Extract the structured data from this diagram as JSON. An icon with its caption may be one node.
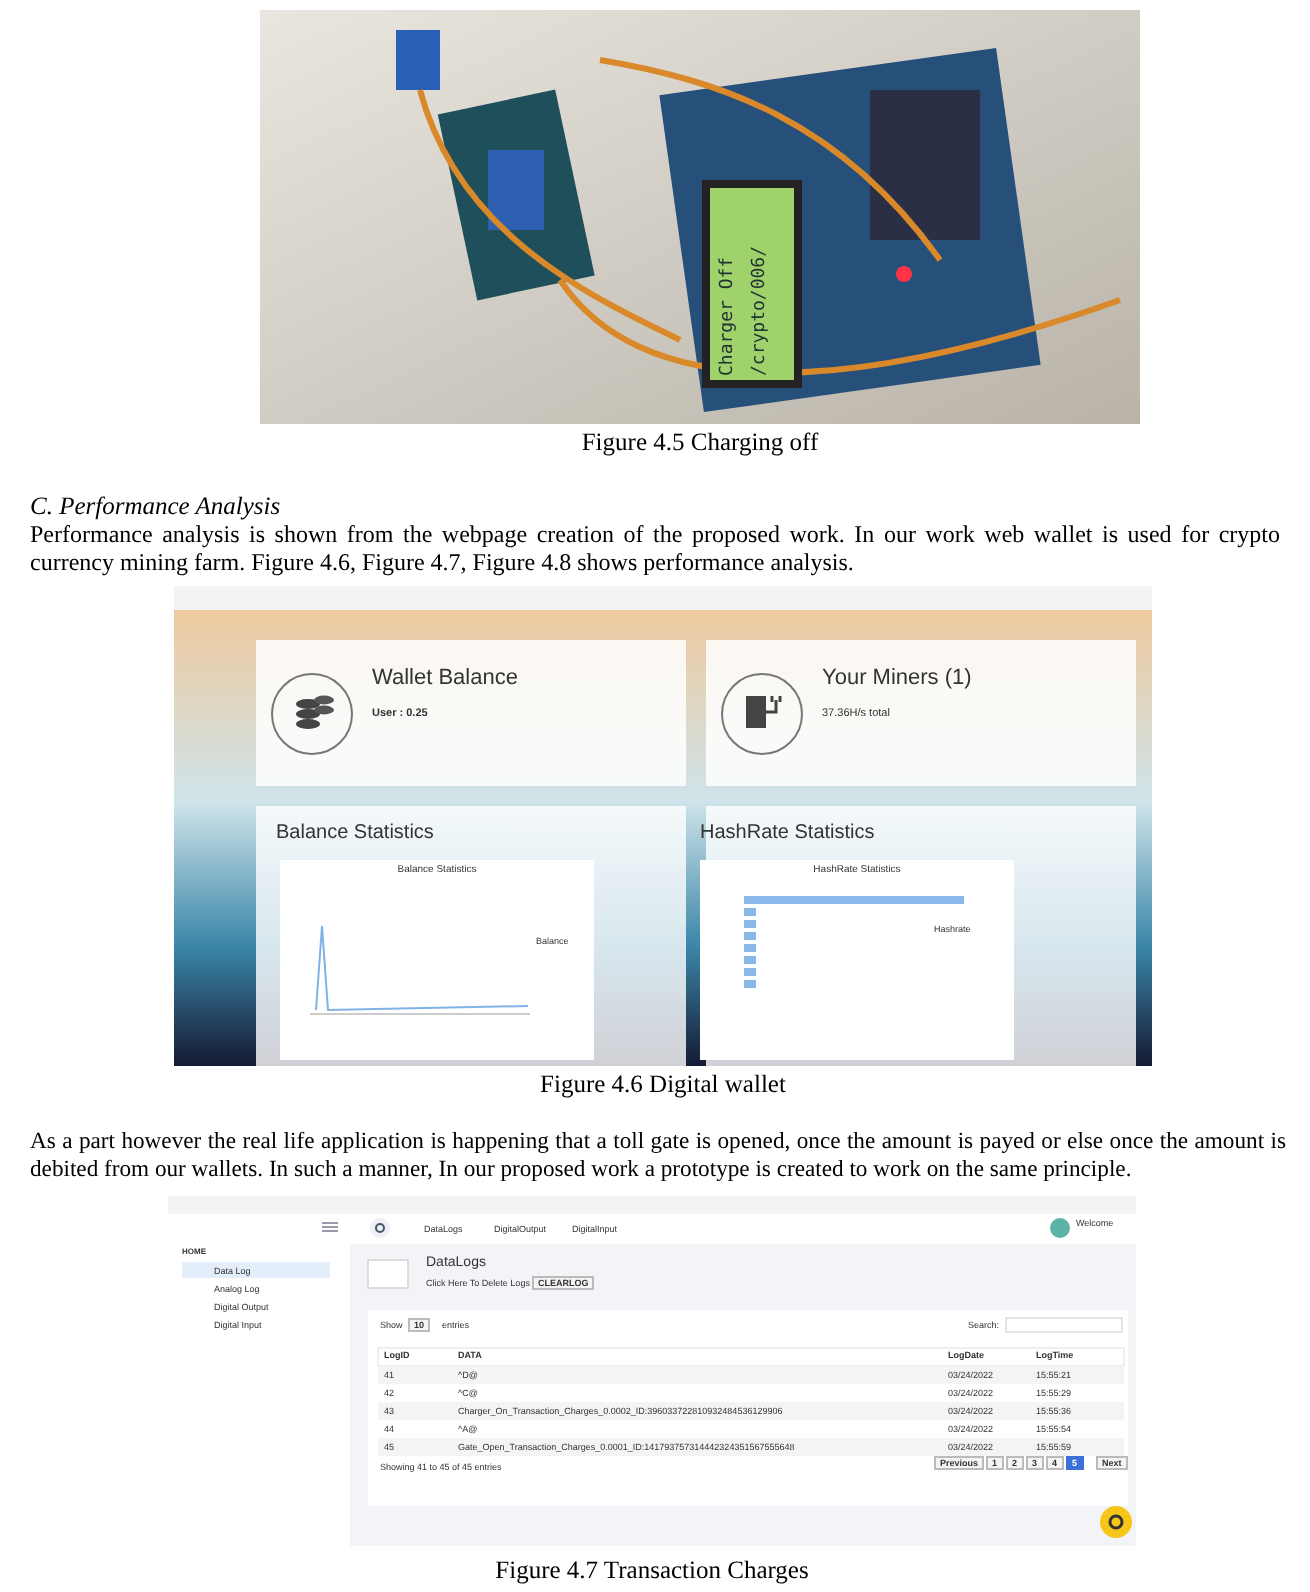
{
  "diagram": {
    "labels": [
      "Charger Off",
      "/crypto/006/",
      "Figure 4.5 Charging off",
      "C.  Performance Analysis",
      "Performance analysis is shown from the webpage creation of the proposed work. In our work web wallet is used for crypto currency mining farm. Figure 4.6, Figure 4.7, Figure 4.8 shows performance analysis.",
      "Wallet Balance",
      "User : 0.25",
      "Your Miners (1)",
      "37.36H/s total",
      "Balance Statistics",
      "Balance Statistics",
      "HashRate Statistics",
      "HashRate Statistics",
      "Balance",
      "Hashrate",
      "Figure 4.6 Digital wallet",
      "As a part however the real life application is happening that a toll gate is opened, once the amount is payed or else once the amount is debited from our wallets. In such a manner, In our proposed work a prototype is created to work on the same principle.",
      "DataLogs",
      "DigitalOutput",
      "DigitalInput",
      "HOME",
      "Data Log",
      "Analog Log",
      "Digital Output",
      "Digital Input",
      "DataLogs",
      "Click Here To Delete Logs",
      "CLEARLOG",
      "Show",
      "10",
      "entries",
      "Search:",
      "LogID",
      "DATA",
      "LogDate",
      "LogTime",
      "41",
      "^D@",
      "03/24/2022",
      "15:55:21",
      "42",
      "^C@",
      "03/24/2022",
      "15:55:29",
      "43",
      "Charger_On_Transaction_Charges_0.0002_ID:396033722810932484536129906",
      "03/24/2022",
      "15:55:36",
      "44",
      "^A@",
      "03/24/2022",
      "15:55:54",
      "45",
      "Gate_Open_Transaction_Charges_0.0001_ID:141793757314442324351567555648",
      "03/24/2022",
      "15:55:59",
      "Showing 41 to 45 of 45 entries",
      "Previous",
      "1",
      "2",
      "3",
      "4",
      "5",
      "Next",
      "Welcome",
      "Figure 4.7 Transaction Charges"
    ]
  }
}
